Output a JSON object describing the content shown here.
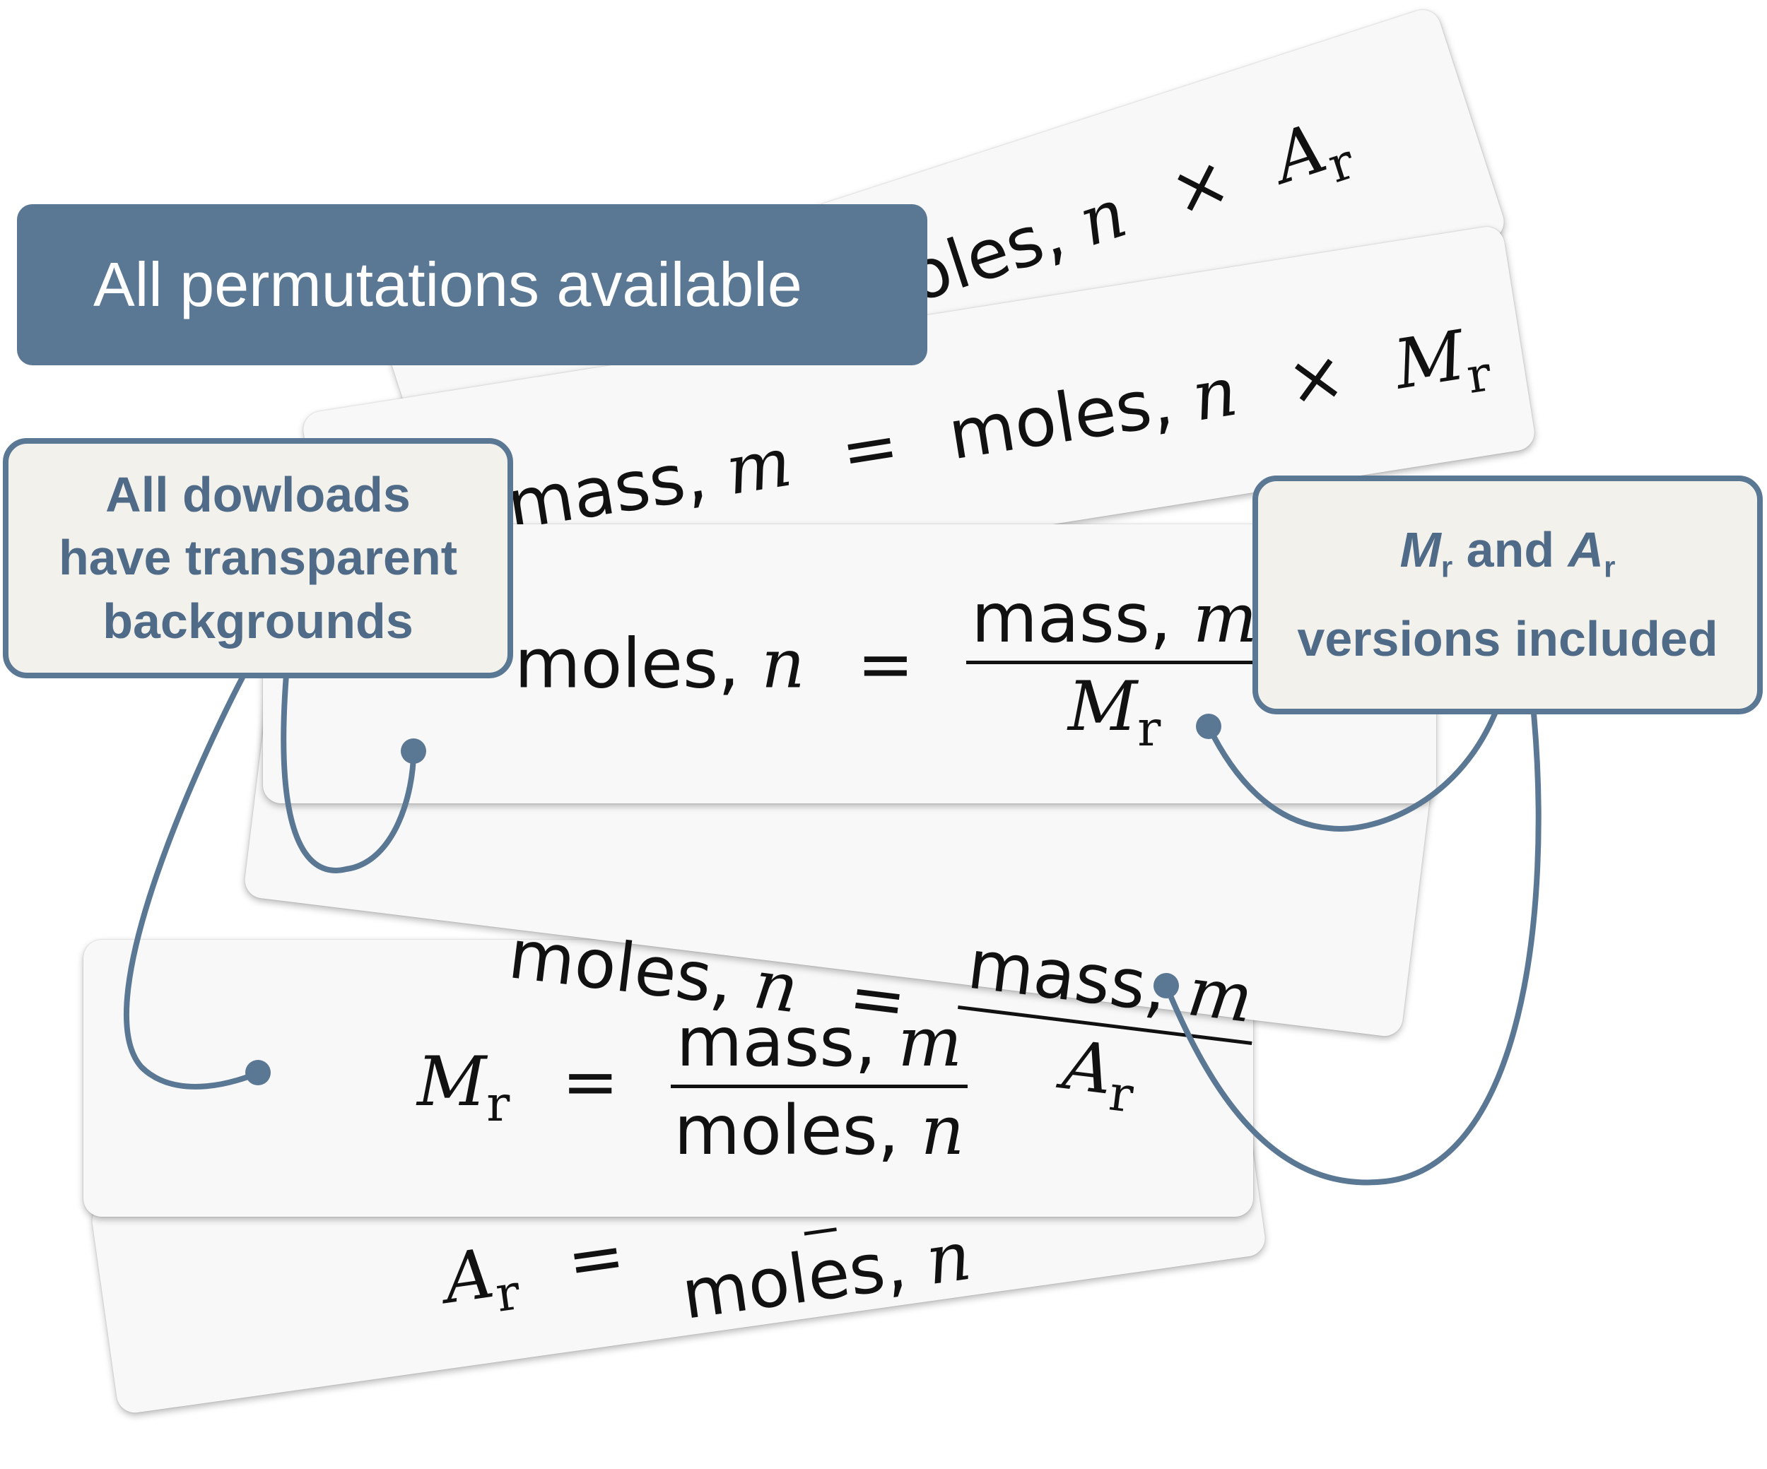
{
  "banner": {
    "text": "All permutations available"
  },
  "callout_left": {
    "lines": [
      "All dowloads",
      "have transparent",
      "backgrounds"
    ]
  },
  "callout_right": {
    "line1_var1": "M",
    "line1_sub1": "r",
    "line1_mid": " and ",
    "line1_var2": "A",
    "line1_sub2": "r",
    "line2": "versions included"
  },
  "equations": {
    "top": {
      "prefix": "oles, ",
      "var": "n",
      "op": "×",
      "rvar": "A",
      "rsub": "r"
    },
    "second": {
      "lword": "mass, ",
      "lvar": "m",
      "eq": "=",
      "mword": "moles, ",
      "mvar": "n",
      "op": "×",
      "rvar": "M",
      "rsub": "r"
    },
    "third": {
      "lword": "moles, ",
      "lvar": "n",
      "eq": "=",
      "num_word": "mass, ",
      "num_var": "m",
      "den_var": "M",
      "den_sub": "r"
    },
    "fourth": {
      "lword": "moles, ",
      "lvar": "n",
      "eq": "=",
      "num_word": "mass, ",
      "num_var": "m",
      "den_var": "A",
      "den_sub": "r"
    },
    "fifth": {
      "lvar": "M",
      "lsub": "r",
      "eq": "=",
      "num_word": "mass, ",
      "num_var": "m",
      "den_word": "moles, ",
      "den_var": "n"
    },
    "sixth": {
      "lvar": "A",
      "lsub": "r",
      "eq": "=",
      "den_word": "moles, ",
      "den_var": "n"
    }
  },
  "colors": {
    "accent": "#5a7794",
    "callout_fill": "#f3f1ec",
    "callout_text": "#4f6b88",
    "card_fill": "#f8f8f8",
    "equation_text": "#111111"
  }
}
